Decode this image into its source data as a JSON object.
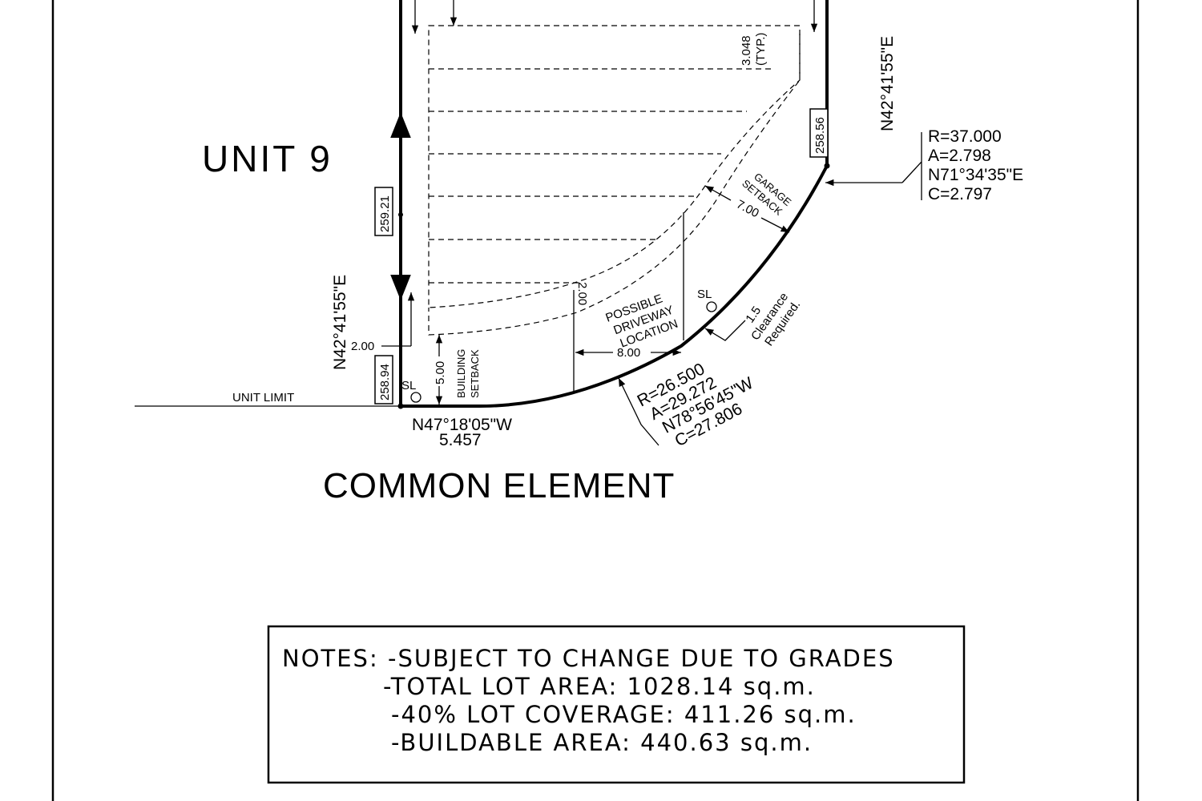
{
  "labels": {
    "unit": "UNIT 9",
    "common_element": "COMMON ELEMENT",
    "unit_limit": "UNIT LIMIT",
    "building_setback_1": "BUILDING",
    "building_setback_2": "SETBACK",
    "garage_setback_1": "GARAGE",
    "garage_setback_2": "SETBACK",
    "driveway_1": "POSSIBLE",
    "driveway_2": "DRIVEWAY",
    "driveway_3": "LOCATION",
    "clearance_1": "1.5",
    "clearance_2": "Clearance",
    "clearance_3": "Required.",
    "sl_left": "SL",
    "sl_right": "SL",
    "typ_1": "3.048",
    "typ_2": "(TYP.)"
  },
  "bearings": {
    "left": "N42°41'55\"E",
    "right": "N42°41'55\"E",
    "bottom": "N47°18'05\"W",
    "bottom_dist": "5.457"
  },
  "elevations": {
    "top_left": "259.21",
    "bottom_left": "258.94",
    "right": "258.56"
  },
  "dimensions": {
    "d_200_a": "2.00",
    "d_500": "5.00",
    "d_200_b": "2.00",
    "d_800": "8.00",
    "d_700": "7.00"
  },
  "curve_right": {
    "r": "R=37.000",
    "a": "A=2.798",
    "bearing": "N71°34'35\"E",
    "c": "C=2.797"
  },
  "curve_bottom": {
    "r": "R=26.500",
    "a": "A=29.272",
    "bearing": "N78°56'45\"W",
    "c": "C=27.806"
  },
  "notes": {
    "label": "NOTES:",
    "line1": "-SUBJECT TO CHANGE DUE TO GRADES",
    "line2": "-TOTAL LOT AREA: 1028.14 sq.m.",
    "line3": "-40% LOT COVERAGE: 411.26 sq.m.",
    "line4": "-BUILDABLE AREA: 440.63 sq.m."
  }
}
